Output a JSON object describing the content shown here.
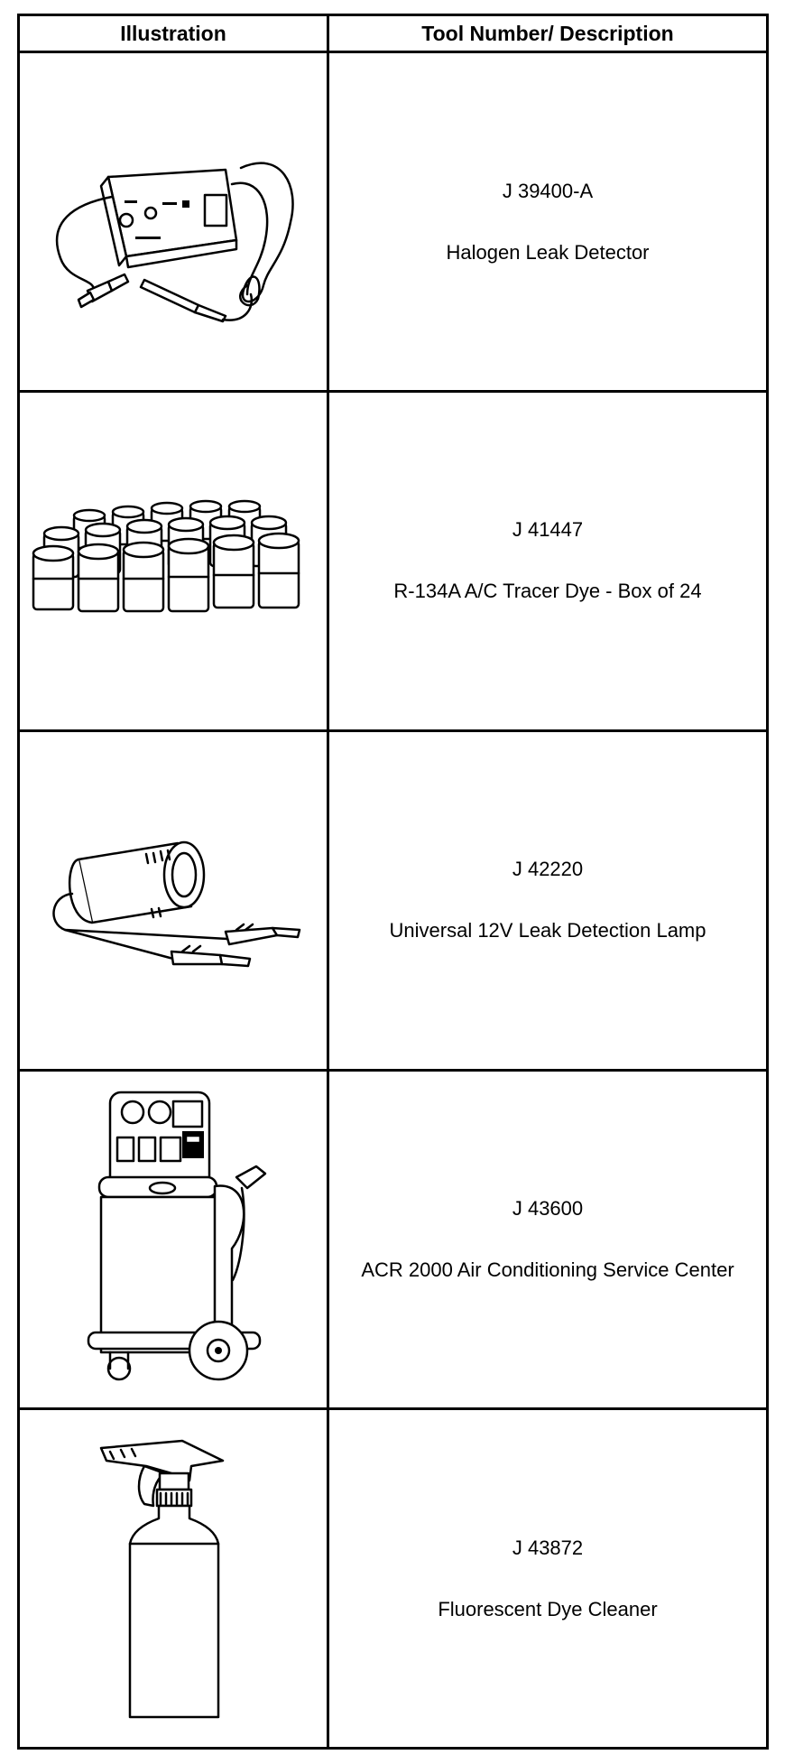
{
  "table": {
    "header": {
      "illustration": "Illustration",
      "description": "Tool Number/ Description"
    },
    "rows": [
      {
        "tool_number": "J 39400-A",
        "description": "Halogen Leak Detector",
        "icon": "halogen-leak-detector-icon"
      },
      {
        "tool_number": "J 41447",
        "description": "R-134A A/C Tracer Dye - Box of 24",
        "icon": "tracer-dye-bottles-icon"
      },
      {
        "tool_number": "J 42220",
        "description": "Universal 12V Leak Detection Lamp",
        "icon": "leak-detection-lamp-icon"
      },
      {
        "tool_number": "J 43600",
        "description": "ACR 2000 Air Conditioning Service Center",
        "icon": "ac-service-center-icon"
      },
      {
        "tool_number": "J 43872",
        "description": "Fluorescent Dye Cleaner",
        "icon": "spray-bottle-icon"
      }
    ]
  }
}
